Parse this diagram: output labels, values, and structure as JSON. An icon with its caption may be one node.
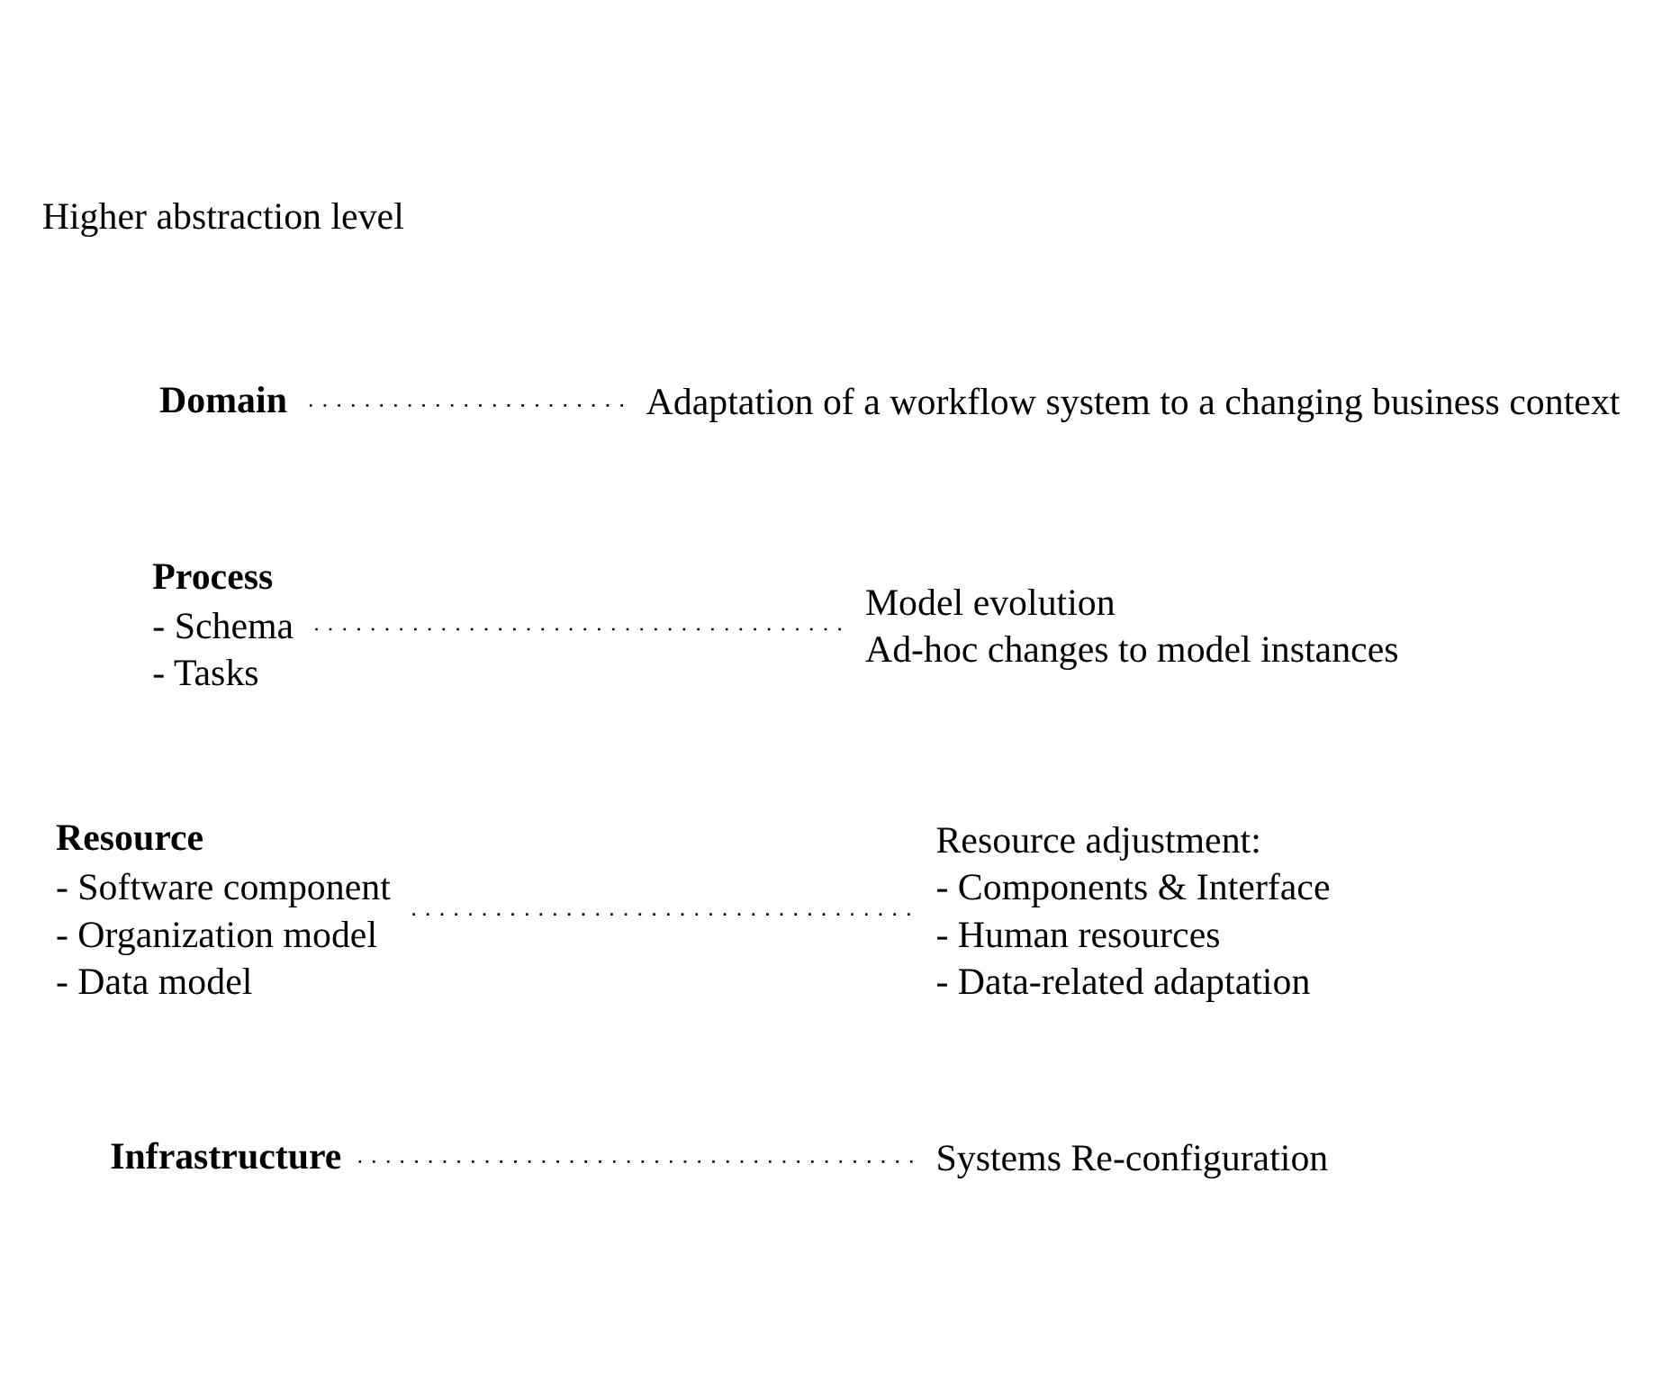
{
  "diagram": {
    "nodes": [
      {
        "text": [
          "Domain"
        ]
      },
      {
        "text": [
          "Process",
          "- Schema",
          "- Tasks"
        ]
      },
      {
        "text": [
          "Resource",
          "- Software component",
          "- Organization model",
          "- Data model"
        ]
      },
      {
        "text": [
          "Infrastructure"
        ]
      },
      {
        "text": [
          "Adaptation of a workflow system to a changing business context"
        ]
      },
      {
        "text": [
          "Model evolution",
          "Ad-hoc changes to model instances"
        ]
      },
      {
        "text": [
          "Resource adjustment:",
          "- Components & Interface",
          "- Human resources",
          "- Data-related adaptation"
        ]
      },
      {
        "text": [
          "Systems Re-configuration"
        ]
      }
    ],
    "edges": [
      {
        "from": 0,
        "to": 4,
        "arrow": "none"
      },
      {
        "from": 1,
        "to": 5,
        "arrow": "none"
      },
      {
        "from": 2,
        "to": 6,
        "arrow": "none"
      },
      {
        "from": 3,
        "to": 7,
        "arrow": "none"
      }
    ],
    "labels": [
      "Higher abstraction level"
    ]
  }
}
